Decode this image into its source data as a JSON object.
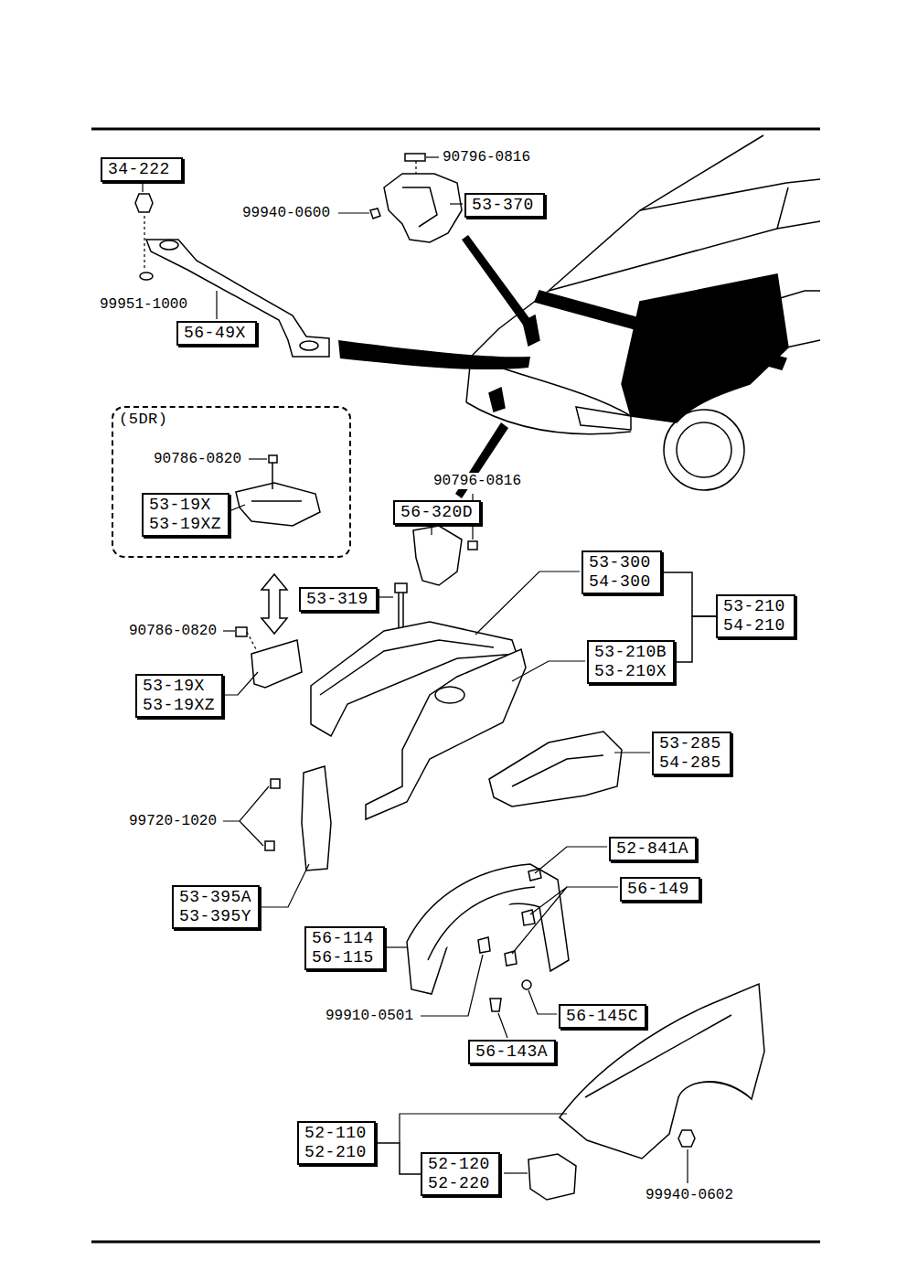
{
  "diagram": {
    "nodes": [
      {
        "text": [
          "34-222"
        ]
      },
      {
        "text": [
          "53-370"
        ]
      },
      {
        "text": [
          "56-49X"
        ]
      },
      {
        "text": [
          "(5DR)"
        ]
      },
      {
        "text": [
          "53-19X",
          "53-19XZ"
        ],
        "in": 3
      },
      {
        "text": [
          "56-320D"
        ]
      },
      {
        "text": [
          "53-300",
          "54-300"
        ]
      },
      {
        "text": [
          "53-319"
        ]
      },
      {
        "text": [
          "53-210",
          "54-210"
        ]
      },
      {
        "text": [
          "53-210B",
          "53-210X"
        ]
      },
      {
        "text": [
          "53-19X",
          "53-19XZ"
        ]
      },
      {
        "text": [
          "53-285",
          "54-285"
        ]
      },
      {
        "text": [
          "52-841A"
        ]
      },
      {
        "text": [
          "56-149"
        ]
      },
      {
        "text": [
          "53-395A",
          "53-395Y"
        ]
      },
      {
        "text": [
          "56-114",
          "56-115"
        ]
      },
      {
        "text": [
          "56-145C"
        ]
      },
      {
        "text": [
          "56-143A"
        ]
      },
      {
        "text": [
          "52-110",
          "52-210"
        ]
      },
      {
        "text": [
          "52-120",
          "52-220"
        ]
      }
    ],
    "edges": [
      {
        "from": 6,
        "to": 8,
        "arrow": "none"
      },
      {
        "from": 9,
        "to": 8,
        "arrow": "none"
      },
      {
        "from": 18,
        "to": 19,
        "arrow": "none"
      }
    ],
    "labels": [
      "90796-0816",
      "99940-0600",
      "99951-1000",
      "90786-0820",
      "90796-0816",
      "90786-0820",
      "99720-1020",
      "99910-0501",
      "99940-0602"
    ]
  }
}
